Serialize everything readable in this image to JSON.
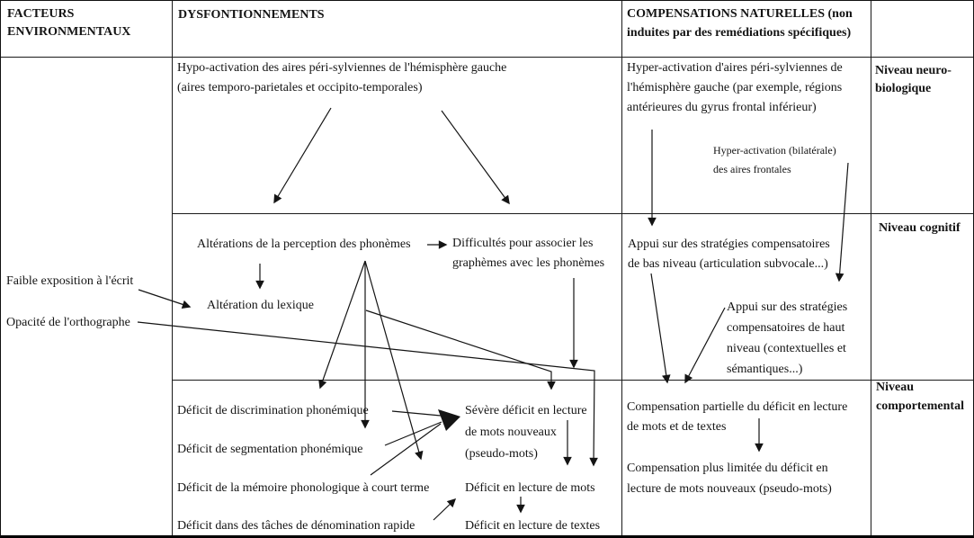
{
  "figure_type": "table-diagram",
  "headers": {
    "facteurs": "FACTEURS\nENVIRONMENTAUX",
    "dysfonctionnements": "DYSFONTIONNEMENTS",
    "compensations": "COMPENSATIONS NATURELLES (non\ninduites par des remédiations spécifiques)"
  },
  "levels": {
    "neurobiologique": "Niveau neuro-\nbiologique",
    "cognitif": "Niveau cognitif",
    "comportemental": "Niveau\ncomportemental"
  },
  "nodes": {
    "hypo_activation": "Hypo-activation des aires péri-sylviennes de l'hémisphère gauche\n(aires temporo-parietales et occipito-temporales)",
    "hyper_activation_peri": "Hyper-activation d'aires péri-sylviennes de\nl'hémisphère gauche (par exemple, régions\nantérieures du gyrus frontal inférieur)",
    "hyper_activation_frontale": "Hyper-activation (bilatérale)\ndes aires frontales",
    "faible_exposition": "Faible exposition à l'écrit",
    "opacite_orthographe": "Opacité de l'orthographe",
    "alterations_perception": "Altérations de la perception des phonèmes",
    "difficultes_graphemes": "Difficultés pour associer les\ngraphèmes avec les phonèmes",
    "alteration_lexique": "Altération du lexique",
    "appui_bas_niveau": "Appui sur des stratégies compensatoires\nde bas niveau (articulation subvocale...)",
    "appui_haut_niveau": "Appui sur des stratégies\ncompensatoires de haut\nniveau (contextuelles et\nsémantiques...)",
    "deficit_discrimination": "Déficit de discrimination phonémique",
    "deficit_segmentation": "Déficit de segmentation phonémique",
    "deficit_memoire": "Déficit de la mémoire phonologique à court terme",
    "deficit_denomination": "Déficit dans des tâches de dénomination rapide",
    "severe_deficit_lecture": "Sévère déficit en lecture\nde mots nouveaux\n(pseudo-mots)",
    "deficit_lecture_mots": "Déficit en lecture de mots",
    "deficit_lecture_textes": "Déficit en lecture de textes",
    "compensation_partielle": "Compensation partielle du déficit en lecture\nde mots et de textes",
    "compensation_limitee": "Compensation plus limitée du déficit en\nlecture de mots nouveaux (pseudo-mots)"
  },
  "edges": [
    {
      "from": "hypo_activation",
      "to": "alterations_perception"
    },
    {
      "from": "hypo_activation",
      "to": "difficultes_graphemes"
    },
    {
      "from": "hyper_activation_peri",
      "to": "appui_bas_niveau"
    },
    {
      "from": "hyper_activation_frontale",
      "to": "appui_haut_niveau"
    },
    {
      "from": "faible_exposition",
      "to": "alteration_lexique"
    },
    {
      "from": "opacite_orthographe",
      "to": "deficit_lecture_mots"
    },
    {
      "from": "alterations_perception",
      "to": "alteration_lexique"
    },
    {
      "from": "alterations_perception",
      "to": "difficultes_graphemes"
    },
    {
      "from": "alterations_perception",
      "to": "deficit_discrimination"
    },
    {
      "from": "alterations_perception",
      "to": "deficit_segmentation"
    },
    {
      "from": "alterations_perception",
      "to": "deficit_memoire"
    },
    {
      "from": "alterations_perception",
      "to": "severe_deficit_lecture"
    },
    {
      "from": "difficultes_graphemes",
      "to": "severe_deficit_lecture"
    },
    {
      "from": "deficit_discrimination",
      "to": "severe_deficit_lecture"
    },
    {
      "from": "deficit_segmentation",
      "to": "severe_deficit_lecture"
    },
    {
      "from": "deficit_memoire",
      "to": "severe_deficit_lecture"
    },
    {
      "from": "deficit_denomination",
      "to": "deficit_lecture_mots"
    },
    {
      "from": "severe_deficit_lecture",
      "to": "deficit_lecture_mots"
    },
    {
      "from": "deficit_lecture_mots",
      "to": "deficit_lecture_textes"
    },
    {
      "from": "appui_bas_niveau",
      "to": "compensation_partielle"
    },
    {
      "from": "appui_haut_niveau",
      "to": "compensation_partielle"
    },
    {
      "from": "compensation_partielle",
      "to": "compensation_limitee"
    }
  ],
  "colors": {
    "ink": "#141414",
    "background": "#ffffff"
  }
}
